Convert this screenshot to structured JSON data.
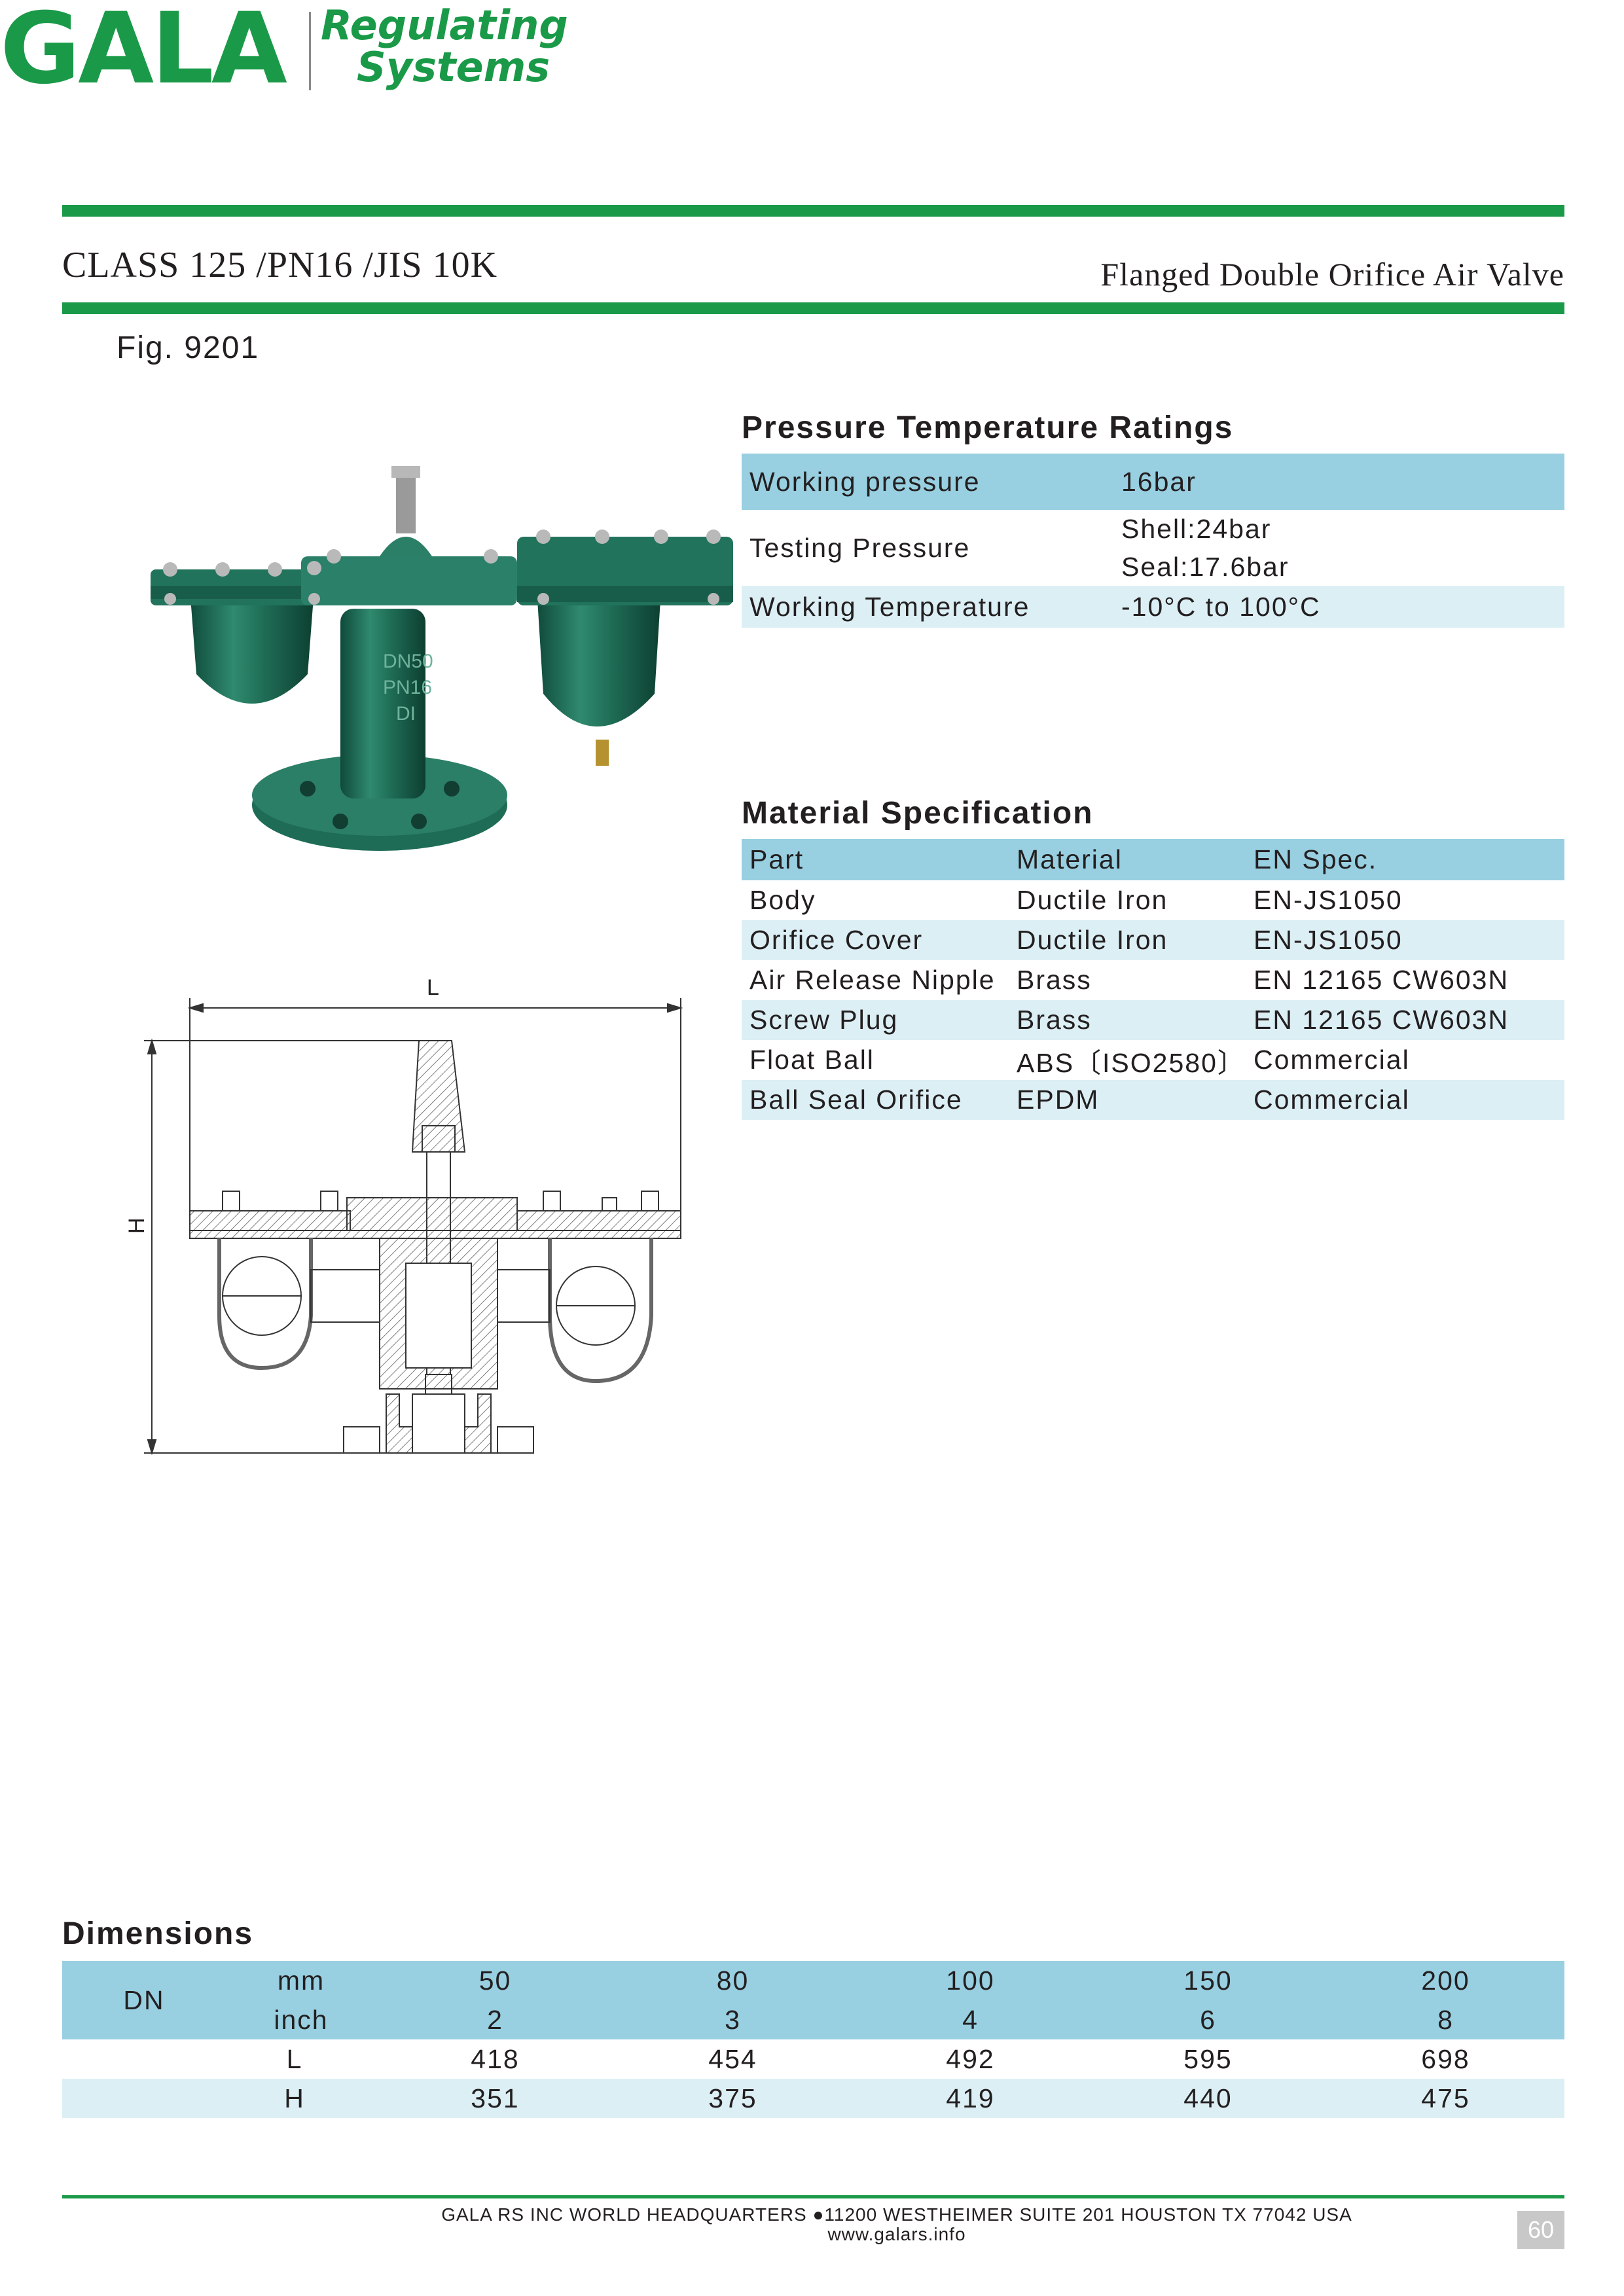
{
  "brand": {
    "logo_name": "GALA",
    "tagline_1": "Regulating",
    "tagline_2": "Systems",
    "color": "#1a9a48"
  },
  "header": {
    "class_title": "CLASS 125 /PN16 /JIS 10K",
    "product_title": "Flanged Double  Orifice Air Valve"
  },
  "figure": {
    "label": "Fig. 9201",
    "cast_marks": [
      "DN50",
      "PN16",
      "DI"
    ],
    "drawing_labels": {
      "length": "L",
      "height": "H"
    }
  },
  "pressure_ratings": {
    "title": "Pressure Temperature Ratings",
    "rows": [
      {
        "label": "Working pressure",
        "value": "16bar"
      },
      {
        "label": "Testing Pressure",
        "value_1": "Shell:24bar",
        "value_2": "Seal:17.6bar"
      },
      {
        "label": "Working Temperature",
        "value": "-10°C to 100°C"
      }
    ]
  },
  "material_spec": {
    "title": "Material Specification",
    "header": [
      "Part",
      "Material",
      "EN Spec."
    ],
    "rows": [
      [
        "Body",
        "Ductile Iron",
        "EN-JS1050"
      ],
      [
        "Orifice Cover",
        "Ductile Iron",
        "EN-JS1050"
      ],
      [
        "Air Release Nipple",
        "Brass",
        "EN 12165 CW603N"
      ],
      [
        "Screw Plug",
        "Brass",
        "EN 12165 CW603N"
      ],
      [
        "Float Ball",
        "ABS〔ISO2580〕",
        "Commercial"
      ],
      [
        "Ball Seal Orifice",
        "EPDM",
        "Commercial"
      ]
    ]
  },
  "dimensions": {
    "title": "Dimensions",
    "dn_label": "DN",
    "unit_mm": "mm",
    "unit_inch": "inch",
    "mm": [
      "50",
      "80",
      "100",
      "150",
      "200"
    ],
    "inch": [
      "2",
      "3",
      "4",
      "6",
      "8"
    ],
    "L_label": "L",
    "L": [
      "418",
      "454",
      "492",
      "595",
      "698"
    ],
    "H_label": "H",
    "H": [
      "351",
      "375",
      "419",
      "440",
      "475"
    ]
  },
  "footer": {
    "address": "GALA RS INC WORLD HEADQUARTERS ●11200 WESTHEIMER SUITE 201 HOUSTON TX 77042 USA",
    "website": "www.galars.info",
    "page_number": "60"
  }
}
